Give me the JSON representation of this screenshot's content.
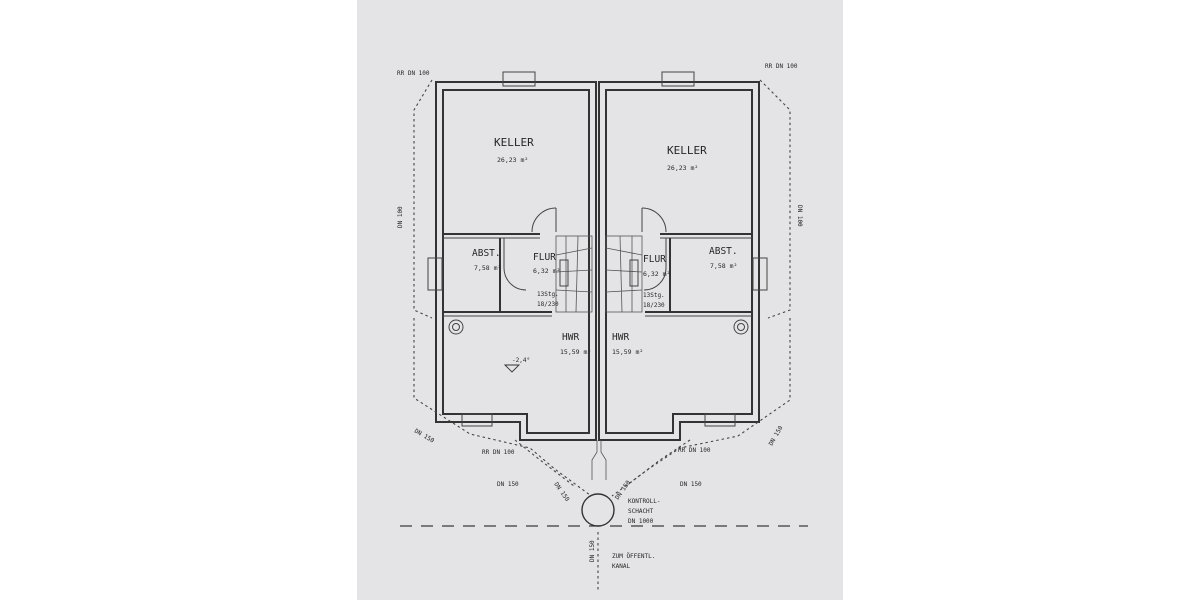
{
  "colors": {
    "paper": "#e4e4e6",
    "ink": "#2e2e2e",
    "background": "#ffffff"
  },
  "left_unit": {
    "keller": {
      "name": "KELLER",
      "area": "26,23 m²"
    },
    "abst": {
      "name": "ABST.",
      "area": "7,58 m²"
    },
    "flur": {
      "name": "FLUR",
      "area": "6,32 m²"
    },
    "stairs": {
      "steps": "13Stg.",
      "size": "18/230"
    },
    "hwr": {
      "name": "HWR",
      "area": "15,59 m²"
    },
    "level": "-2,4°"
  },
  "right_unit": {
    "keller": {
      "name": "KELLER",
      "area": "26,23 m²"
    },
    "abst": {
      "name": "ABST.",
      "area": "7,58 m²"
    },
    "flur": {
      "name": "FLUR",
      "area": "6,32 m²"
    },
    "stairs": {
      "steps": "13Stg.",
      "size": "18/230"
    },
    "hwr": {
      "name": "HWR",
      "area": "15,59 m²"
    }
  },
  "pipes": {
    "rr_top_left": "RR DN 100",
    "rr_top_right": "RR DN 100",
    "dn100_left": "DN 100",
    "dn100_right": "DN 100",
    "dn150_corner_left": "DN 150",
    "dn150_corner_right": "DN 150",
    "rr_bottom_left": "RR DN 100",
    "rr_bottom_right": "RR DN 100",
    "dn150_low_left": "DN 150",
    "dn150_low_right": "DN 150",
    "dn150_diag_left": "DN 150",
    "dn150_diag_right": "DN 150",
    "dn150_outlet": "DN 150"
  },
  "shaft": {
    "line1": "KONTROLL-",
    "line2": "SCHACHT",
    "line3": "DN 1000"
  },
  "sewer": {
    "line1": "ZUM ÖFFENTL.",
    "line2": "KANAL"
  }
}
